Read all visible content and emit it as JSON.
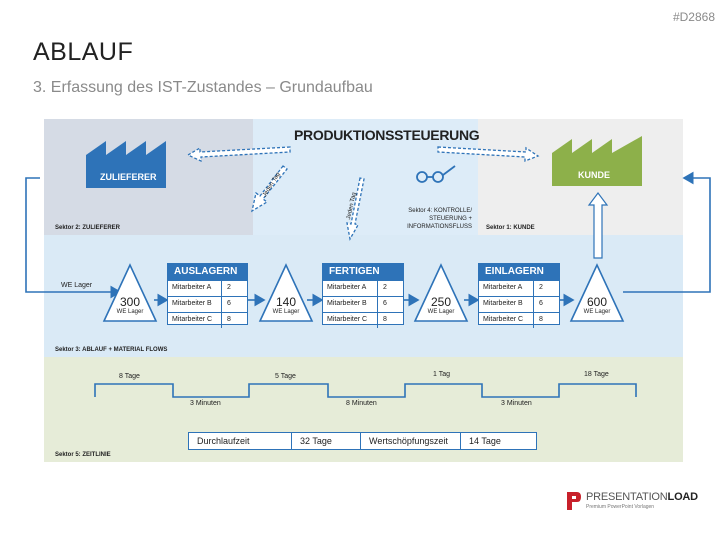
{
  "header": {
    "code": "#D2868",
    "title": "ABLAUF",
    "subtitle": "3. Erfassung des IST-Zustandes – Grundaufbau"
  },
  "top": {
    "control_title": "PRODUKTIONSSTEUERUNG",
    "supplier": "ZULIEFERER",
    "customer": "KUNDE",
    "daily_1": "Jeden Tag",
    "daily_2": "Jeden Tag",
    "control_label": "Sektor 4: KONTROLLE/ STEUERUNG + INFORMATIONSFLUSS",
    "sector_supplier": "Sektor 2: ZULIEFERER",
    "sector_customer": "Sektor 1: KUNDE"
  },
  "flow": {
    "we_lager": "WE Lager",
    "sector_label": "Sektor 3: ABLAUF + MATERIAL FLOWS",
    "inventories": [
      {
        "value": "300",
        "label": "WE Lager"
      },
      {
        "value": "140",
        "label": "WE Lager"
      },
      {
        "value": "250",
        "label": "WE Lager"
      },
      {
        "value": "600",
        "label": "WE Lager"
      }
    ],
    "processes": [
      {
        "title": "AUSLAGERN",
        "rows": [
          {
            "name": "Mitarbeiter A",
            "value": "2"
          },
          {
            "name": "Mitarbeiter B",
            "value": "6"
          },
          {
            "name": "Mitarbeiter C",
            "value": "8"
          }
        ]
      },
      {
        "title": "FERTIGEN",
        "rows": [
          {
            "name": "Mitarbeiter A",
            "value": "2"
          },
          {
            "name": "Mitarbeiter B",
            "value": "6"
          },
          {
            "name": "Mitarbeiter C",
            "value": "8"
          }
        ]
      },
      {
        "title": "EINLAGERN",
        "rows": [
          {
            "name": "Mitarbeiter A",
            "value": "2"
          },
          {
            "name": "Mitarbeiter B",
            "value": "6"
          },
          {
            "name": "Mitarbeiter C",
            "value": "8"
          }
        ]
      }
    ]
  },
  "timeline": {
    "sector_label": "Sektor 5: ZEITLINIE",
    "wait_times": [
      "8 Tage",
      "5 Tage",
      "1 Tag",
      "18 Tage"
    ],
    "process_times": [
      "3 Minuten",
      "8 Minuten",
      "3 Minuten"
    ],
    "summary": {
      "lead_label": "Durchlaufzeit",
      "lead_value": "32 Tage",
      "value_label": "Wertschöpfungszeit",
      "value_value": "14 Tage"
    }
  },
  "brand": {
    "name_a": "PRESENTATION",
    "name_b": "LOAD",
    "tagline": "Premium PowerPoint Vorlagen"
  },
  "colors": {
    "accent_blue": "#2e73b8",
    "supplier_green": "#8db04a",
    "brand_red": "#c8202a"
  }
}
